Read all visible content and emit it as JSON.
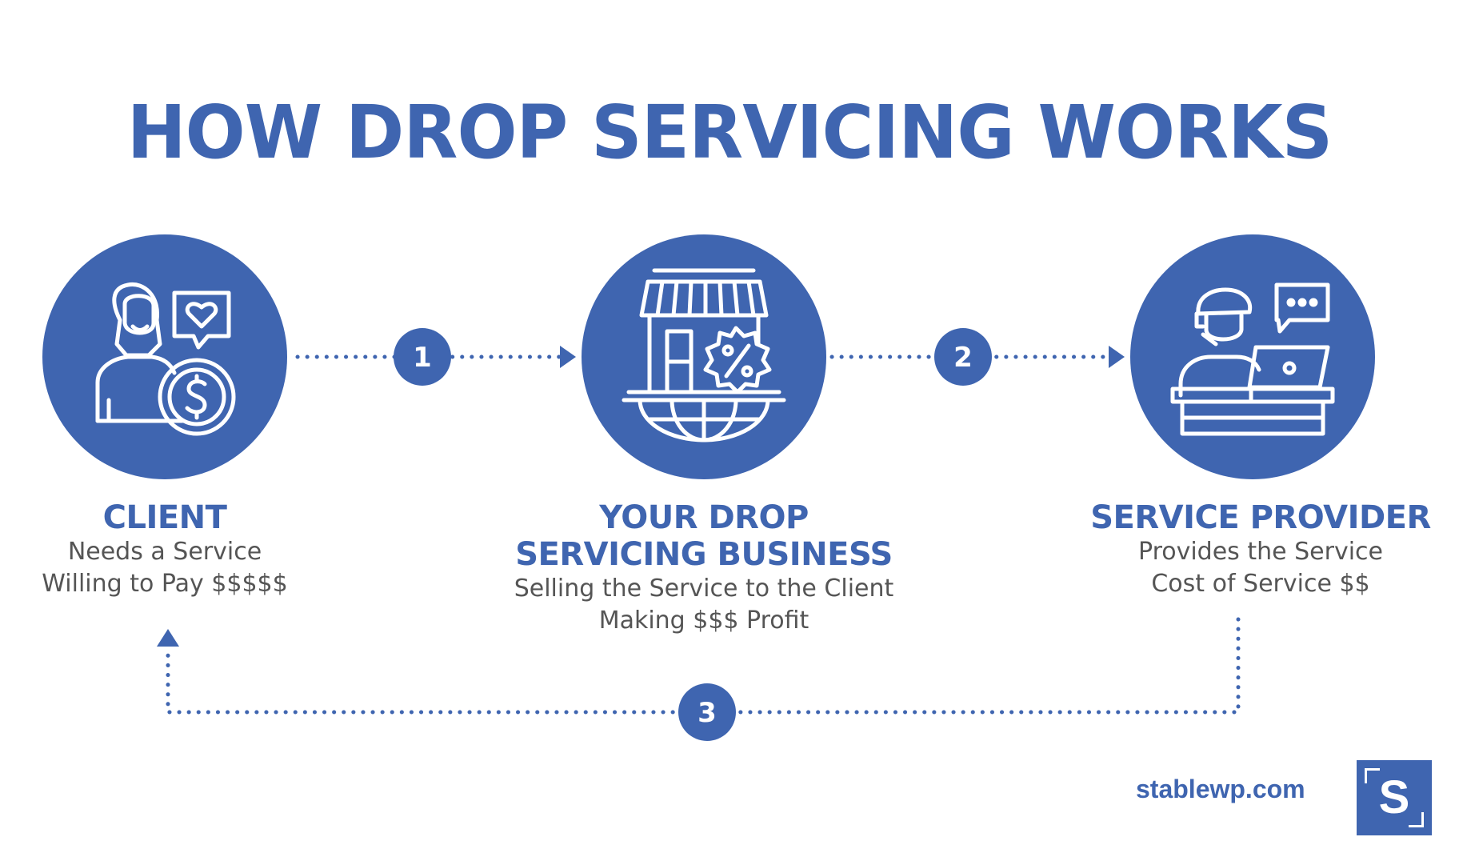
{
  "title": "HOW DROP SERVICING WORKS",
  "nodes": [
    {
      "id": "client",
      "title": "CLIENT",
      "lines": [
        "Needs a Service",
        "Willing to Pay $$$$$"
      ],
      "icon": "client-woman-heart-dollar-icon"
    },
    {
      "id": "business",
      "title_lines": [
        "YOUR DROP",
        "SERVICING BUSINESS"
      ],
      "lines": [
        "Selling the Service to the Client",
        "Making $$$ Profit"
      ],
      "icon": "storefront-percent-globe-icon"
    },
    {
      "id": "provider",
      "title": "SERVICE PROVIDER",
      "lines": [
        "Provides the Service",
        "Cost of Service $$"
      ],
      "icon": "support-agent-laptop-chat-icon"
    }
  ],
  "steps": [
    "1",
    "2",
    "3"
  ],
  "brand": {
    "site": "stablewp.com",
    "logo_letter": "S"
  },
  "colors": {
    "primary": "#3f65b0",
    "text": "#555555",
    "background": "#ffffff"
  }
}
